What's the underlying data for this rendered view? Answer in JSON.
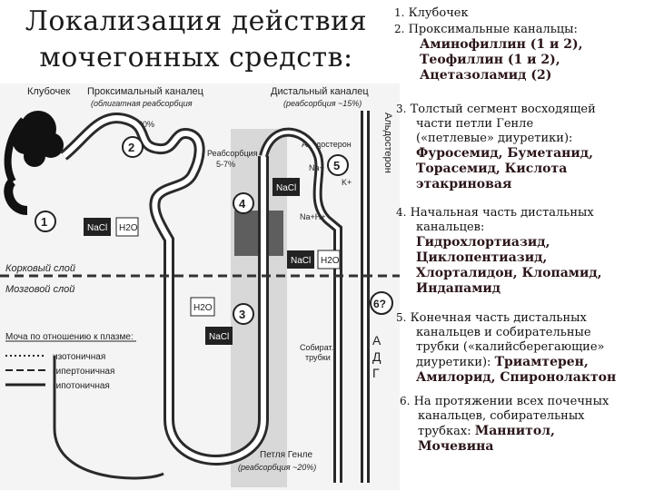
{
  "title": {
    "line1": "Локализация действия",
    "line2": "мочегонных средств:"
  },
  "diagram": {
    "glomerulus": "Клубочек",
    "proximal": "Проксимальный каналец",
    "proximal_sub": "(облигатная реабсорбция",
    "proximal_pct": "80%",
    "distal": "Дистальный каналец",
    "distal_sub": "(реабсорбция ~15%)",
    "aldosterone": "Альдостерон",
    "reabsorption": "Реабсорбция",
    "reabsorption_pct": "5-7%",
    "loop": "Петля Генле",
    "loop_sub": "(реабсорбция ~20%)",
    "collecting": "Собират.",
    "collecting2": "трубки",
    "cortex": "Корковый слой",
    "medulla": "Мозговой слой",
    "legend_title": "Моча по отношению к плазме:",
    "legend": [
      "изотоничная",
      "гипертоничная",
      "гипотоничная"
    ],
    "nacl": "NaCl",
    "h2o": "H2O",
    "na": "Na+",
    "k": "K+",
    "na_h": "Na+H+",
    "aldo_vertical": "Альдостерон",
    "adg": [
      "А",
      "Д",
      "Г"
    ],
    "sites": [
      "1",
      "2",
      "3",
      "4",
      "5",
      "6?"
    ]
  },
  "items": [
    {
      "num": "1.",
      "text": "Клубочек"
    },
    {
      "num": "2.",
      "text": "Проксимальные канальцы:",
      "drugs": [
        "Аминофиллин (1 и 2),",
        "Теофиллин (1 и 2),",
        "Ацетазоламид (2)"
      ]
    },
    {
      "num": "3.",
      "text": [
        "Толстый сегмент восходящей",
        "части петли Генле",
        "(«петлевые» диуретики):"
      ],
      "drugs": [
        "Фуросемид, Буметанид,",
        "Торасемид, Кислота",
        "этакриновая"
      ]
    },
    {
      "num": "4.",
      "text": [
        "Начальная часть дистальных",
        "канальцев:"
      ],
      "drugs": [
        "Гидрохлортиазид,",
        "Циклопентиазид,",
        "Хлорталидон, Клопамид,",
        "Индапамид"
      ]
    },
    {
      "num": "5.",
      "text": [
        "Конечная часть дистальных",
        "канальцев и собирательные",
        "трубки («калийсберегающие»",
        "диуретики):"
      ],
      "drug_inline": "Триамтерен,",
      "drugs": [
        "Амилорид, Спиронолактон"
      ]
    },
    {
      "num": "6.",
      "text": [
        "На протяжении всех почечных",
        "канальцев, собирательных",
        "трубках:"
      ],
      "drug_inline": "Маннитол,",
      "drugs": [
        "Мочевина"
      ]
    }
  ]
}
